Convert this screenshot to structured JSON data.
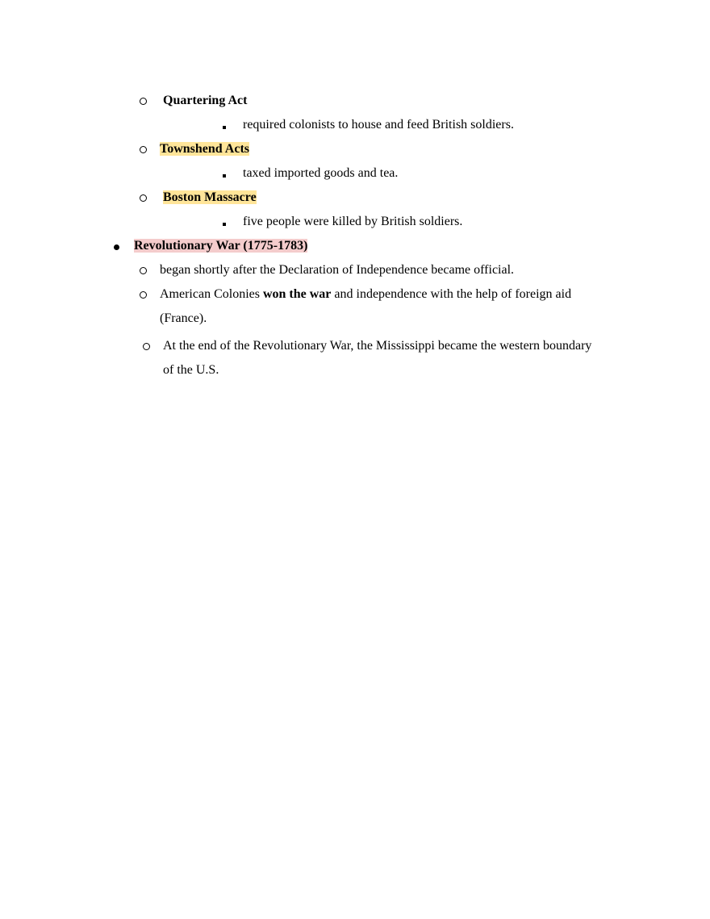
{
  "document": {
    "items": [
      {
        "level": 2,
        "text": "Quartering Act",
        "bold": true,
        "highlight": null
      },
      {
        "level": 3,
        "text": "required colonists to house and feed British soldiers."
      },
      {
        "level": 2,
        "text": "Townshend Acts",
        "bold": true,
        "highlight": "#ffe599"
      },
      {
        "level": 3,
        "text": "taxed imported goods and tea."
      },
      {
        "level": 2,
        "text": "Boston Massacre",
        "bold": true,
        "highlight": "#ffe599"
      },
      {
        "level": 3,
        "text": "five people were killed by British soldiers."
      },
      {
        "level": 1,
        "text": "Revolutionary War (1775-1783)",
        "bold": true,
        "highlight": "#f4cccc"
      },
      {
        "level": 2,
        "text": "began shortly after the Declaration of Independence became official."
      },
      {
        "level": 2,
        "parts": {
          "pre": "American Colonies ",
          "bold": "won the war",
          "post": " and independence with the help of foreign aid",
          "line2": "(France)."
        }
      },
      {
        "level": 2,
        "parts": {
          "line1": "At the end of the Revolutionary War, the Mississippi became the western boundary",
          "line2": "of the U.S."
        }
      }
    ]
  },
  "colors": {
    "highlight_yellow": "#ffe599",
    "highlight_pink": "#f4cccc"
  }
}
